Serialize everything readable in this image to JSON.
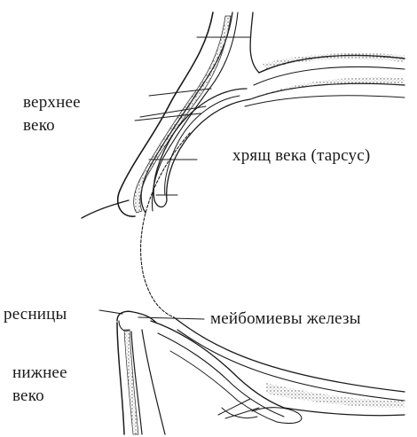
{
  "labels": {
    "upper_lid_line1": "верхнее",
    "upper_lid_line2": "веко",
    "tarsus": "хрящ века (тарсус)",
    "eyelashes": "ресницы",
    "meibomian_glands": "мейбомиевы железы",
    "lower_lid_line1": "нижнее",
    "lower_lid_line2": "веко"
  },
  "colors": {
    "ink": "#1a1a1a",
    "stipple": "#555555",
    "background": "#ffffff"
  }
}
